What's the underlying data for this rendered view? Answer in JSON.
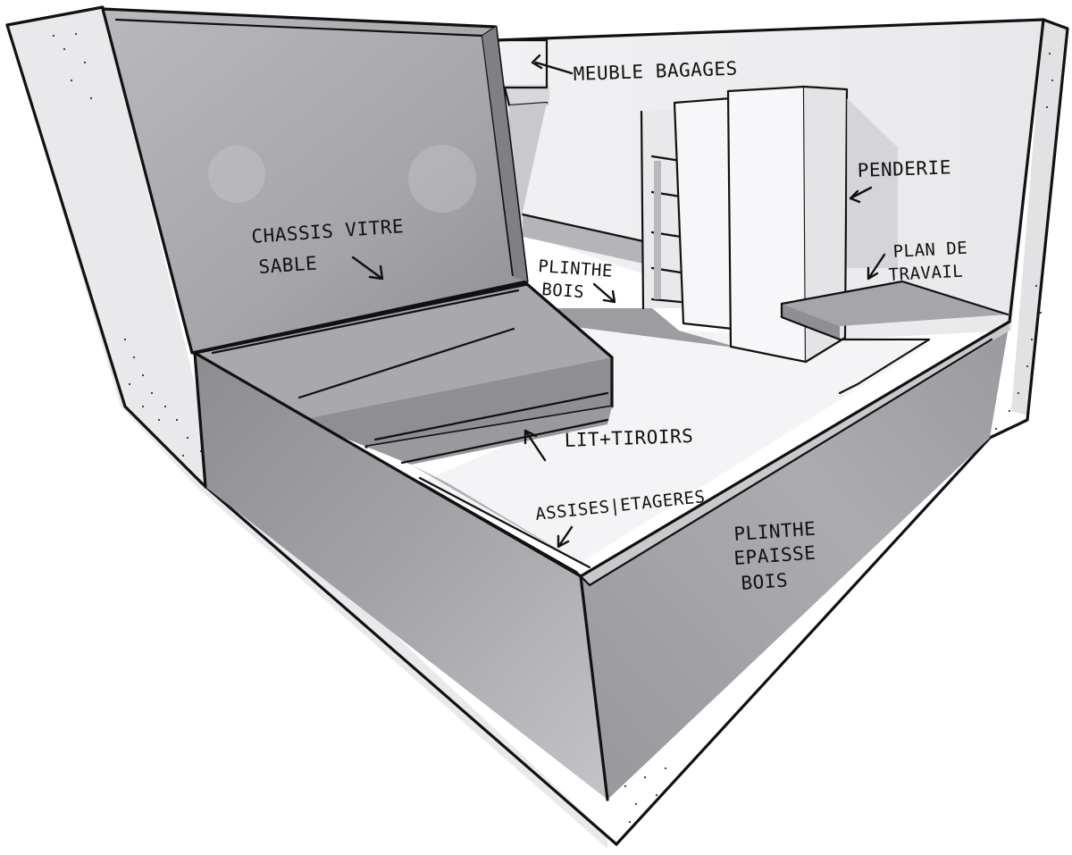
{
  "labels": {
    "meuble_bagages": "MEUBLE BAGAGES",
    "penderie": "PENDERIE",
    "plan_de_travail_1": "PLAN DE",
    "plan_de_travail_2": "TRAVAIL",
    "chassis_1": "CHASSIS VITRE",
    "chassis_2": "SABLE",
    "plinthe_bois_1": "PLINTHE",
    "plinthe_bois_2": "BOIS",
    "lit_tiroirs": "LIT+TIROIRS",
    "assises_etageres": "ASSISES|ETAGERES",
    "plinthe_epaisse_1": "PLINTHE",
    "plinthe_epaisse_2": "EPAISSE",
    "plinthe_epaisse_3": "BOIS"
  },
  "colors": {
    "wall": "#eeeef0",
    "floor": "#f3f3f5",
    "panel": "#a9a9ad",
    "panel_dark": "#8e8e93",
    "cabinet": "#f4f4f6",
    "ink": "#111111"
  }
}
